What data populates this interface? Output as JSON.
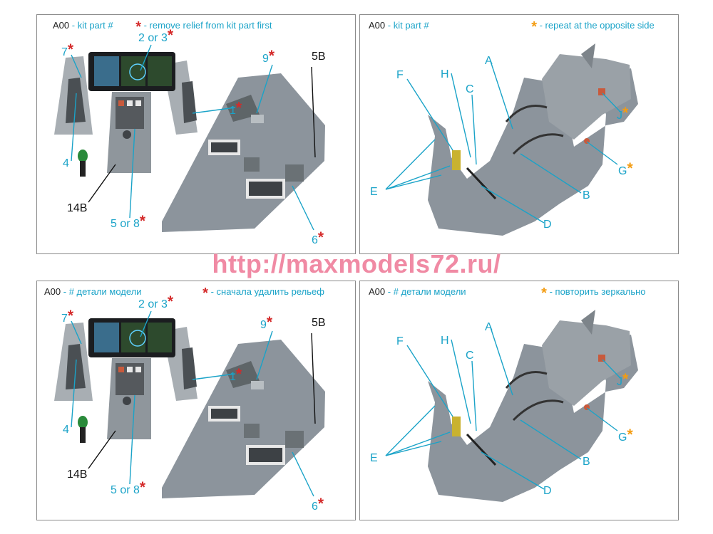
{
  "watermark": "http://maxmodels72.ru/",
  "panels": [
    {
      "header": {
        "code": "A00",
        "text": "- kit part #",
        "note": "- remove relief from kit part first"
      },
      "labels": {
        "two_or_three": "2 or 3",
        "seven": "7",
        "nine": "9",
        "five_b": "5B",
        "one": "1",
        "four": "4",
        "fourteen_b": "14B",
        "five_or_eight": "5 or 8",
        "six": "6"
      }
    },
    {
      "header": {
        "code": "A00",
        "text": "- kit part #",
        "note": "- repeat at the opposite side"
      },
      "labels": {
        "a": "A",
        "h": "H",
        "f": "F",
        "c": "C",
        "j": "J",
        "g": "G",
        "e": "E",
        "b": "B",
        "d": "D"
      }
    },
    {
      "header": {
        "code": "A00",
        "text": "- # детали модели",
        "note": "- сначала удалить рельеф"
      },
      "labels": {
        "two_or_three": "2 or 3",
        "seven": "7",
        "nine": "9",
        "five_b": "5B",
        "one": "1",
        "four": "4",
        "fourteen_b": "14B",
        "five_or_eight": "5 or 8",
        "six": "6"
      }
    },
    {
      "header": {
        "code": "A00",
        "text": "- # детали модели",
        "note": "- повторить зеркально"
      },
      "labels": {
        "a": "A",
        "h": "H",
        "f": "F",
        "c": "C",
        "j": "J",
        "g": "G",
        "e": "E",
        "b": "B",
        "d": "D"
      }
    }
  ],
  "colors": {
    "leader": "#1aa3c8",
    "star_red": "#d42a2a",
    "star_orange": "#f39c12",
    "model_grey": "#8c949c",
    "watermark": "#f08aa4"
  }
}
